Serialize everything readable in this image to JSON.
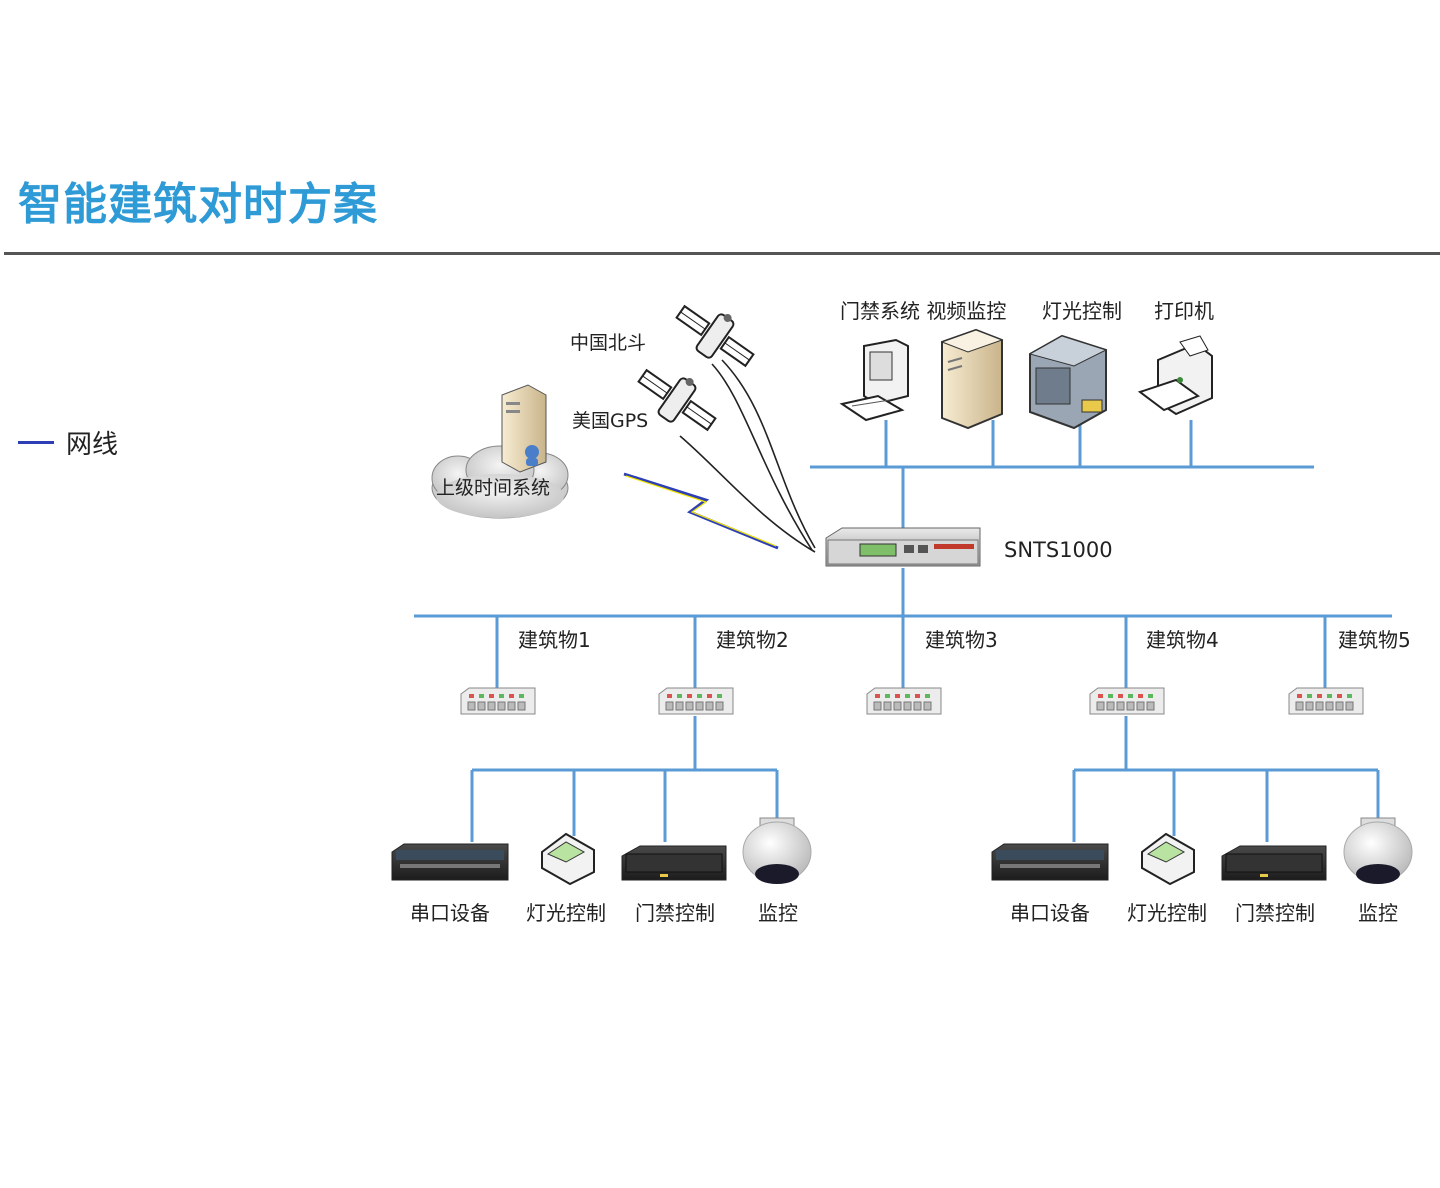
{
  "page": {
    "title": "智能建筑对时方案"
  },
  "legend": {
    "network_line_label": "网线",
    "line_color": "#2e3fb5"
  },
  "colors": {
    "accent": "#2e9ad6",
    "network": "#5b9bd5",
    "lightning": "#2e3fb5"
  },
  "satellites": {
    "beidou_label": "中国北斗",
    "gps_label": "美国GPS"
  },
  "upstream": {
    "label": "上级时间系统"
  },
  "device": {
    "label": "SNTS1000"
  },
  "top_devices": {
    "access_video_label": "门禁系统 视频监控",
    "lighting_label": "灯光控制",
    "printer_label": "打印机"
  },
  "buildings": [
    "建筑物1",
    "建筑物2",
    "建筑物3",
    "建筑物4",
    "建筑物5"
  ],
  "sub_devices_left": [
    "串口设备",
    "灯光控制",
    "门禁控制",
    "监控"
  ],
  "sub_devices_right": [
    "串口设备",
    "灯光控制",
    "门禁控制",
    "监控"
  ]
}
